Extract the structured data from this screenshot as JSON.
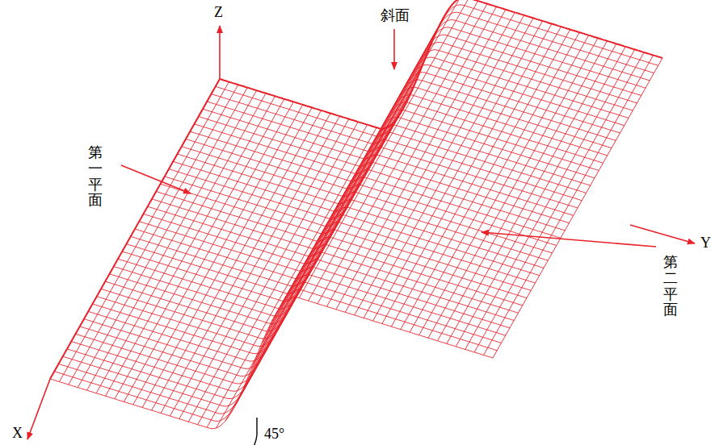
{
  "diagram": {
    "labels": [
      "Z",
      "斜面",
      "第一平面",
      "Y",
      "第二平面",
      "X",
      "45°"
    ]
  }
}
